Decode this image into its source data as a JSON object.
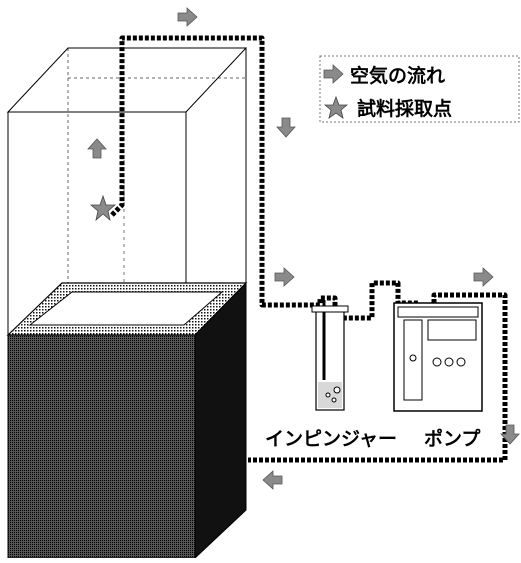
{
  "legend": {
    "items": [
      {
        "icon": "arrow-icon",
        "label": "空気の流れ"
      },
      {
        "icon": "star-icon",
        "label": "試料採取点"
      }
    ]
  },
  "labels": {
    "impinger": "インピンジャー",
    "pump": "ポンプ"
  },
  "colors": {
    "line": "#000000",
    "arrow": "#8a8a8a",
    "box_dark": "#2b2b2b",
    "box_side": "#111111",
    "liquid": "#d8d8d8"
  }
}
